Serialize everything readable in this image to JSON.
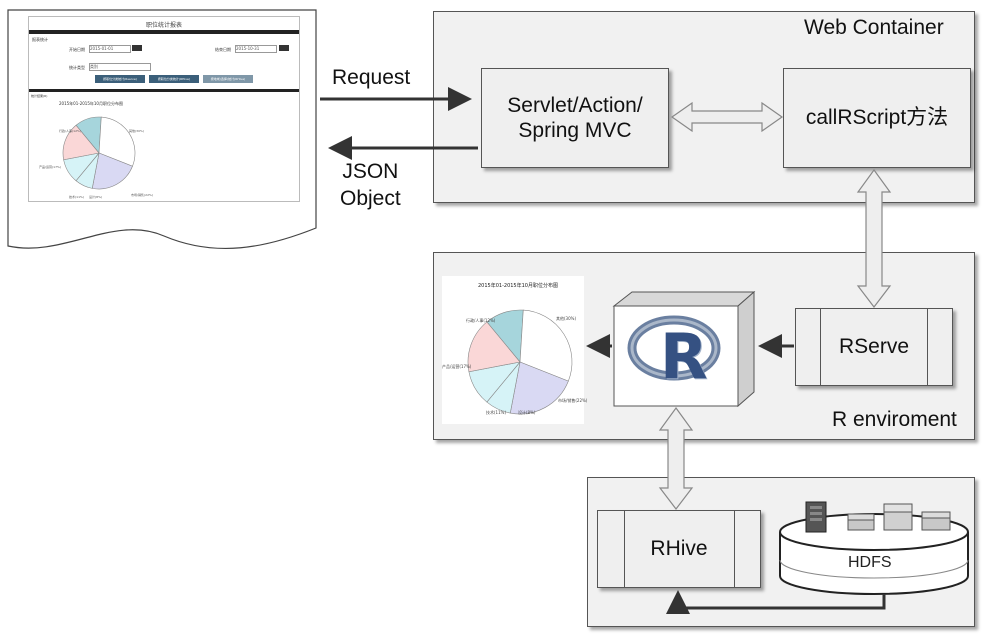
{
  "client_page": {
    "header_title": "职位统计报表",
    "nav_text": "报表统计",
    "start_label": "开始日期",
    "start_value": "2015-01-01",
    "end_label": "结束日期",
    "end_value": "2015-10-31",
    "type_label": "统计类型",
    "type_value": "类别",
    "buttons": [
      "按职位分类统计(Rserve)",
      "按职位分类统计(RHive)",
      "按地域(选择)统计(RHive)"
    ],
    "result_label": "统计结果(R)",
    "chart_title": "2015年01-2015年10月职位分布图",
    "slice_labels": [
      "行政/人事(12%)",
      "其他(30%)",
      "产品/运营(17%)",
      "技术(11%)",
      "设计(8%)",
      "市场/销售(22%)"
    ]
  },
  "web_container": {
    "label": "Web Container",
    "servlet_box": "Servlet/Action/\nSpring MVC",
    "callr_box": "callRScript方法"
  },
  "r_environment": {
    "label": "R enviroment",
    "rserve_box": "RServe",
    "r_logo_text": "R",
    "chart_title": "2015年01-2015年10月职位分布图",
    "slice_labels": [
      "行政/人事(12%)",
      "其他(30%)",
      "产品/运营(17%)",
      "技术(11%)",
      "设计(8%)",
      "市场/销售(22%)"
    ]
  },
  "hadoop": {
    "rhive_box": "RHive",
    "hdfs_label": "HDFS"
  },
  "arrows": {
    "request_label": "Request",
    "response_label": "JSON\nObject"
  },
  "colors": {
    "pie": [
      "#a6d5dc",
      "#ffffff",
      "#d9d9f3",
      "#d6f3f7",
      "#fad7d7"
    ],
    "container_bg": "#f1f1f1",
    "box_bg": "#efefef"
  }
}
